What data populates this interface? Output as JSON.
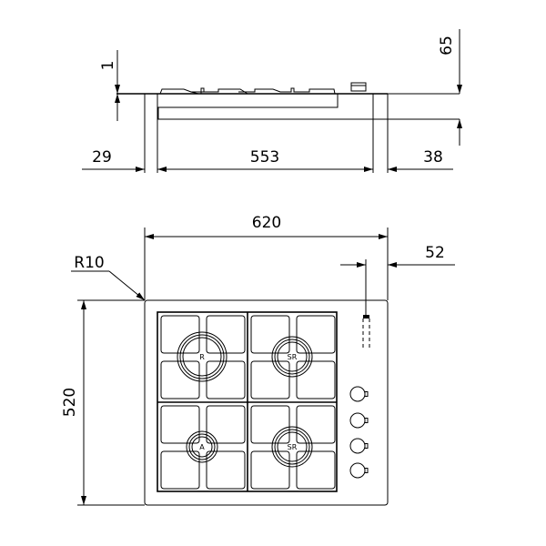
{
  "side_view": {
    "dim_top": "1",
    "dim_height": "65",
    "dim_left": "29",
    "dim_width": "553",
    "dim_right": "38"
  },
  "top_view": {
    "dim_width": "620",
    "dim_offset": "52",
    "dim_radius": "R10",
    "dim_depth": "520",
    "burners": [
      {
        "label": "R"
      },
      {
        "label": "SR"
      },
      {
        "label": "A"
      },
      {
        "label": "SR"
      }
    ],
    "knob_count": 4
  }
}
